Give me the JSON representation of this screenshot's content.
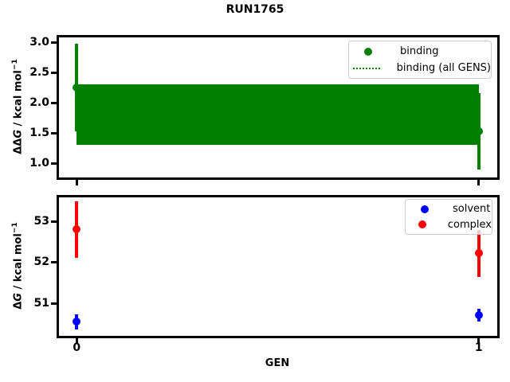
{
  "title": "RUN1765",
  "xlabel": "GEN",
  "colors": {
    "binding": "#008000",
    "solvent": "#0000ff",
    "complex": "#ff0000",
    "axes": "#000000",
    "legend_border": "#cccccc"
  },
  "chart_data": [
    {
      "type": "scatter",
      "name": "binding-free-energy-per-gen",
      "title": "RUN1765",
      "ylabel": {
        "pre": "ΔΔ",
        "var": "G",
        "post": " / kcal mol",
        "sup": "−1"
      },
      "ylim": [
        0.76,
        3.105
      ],
      "xlim": [
        -0.048,
        1.048
      ],
      "grid": false,
      "yticks": [
        {
          "v": 1.0,
          "label": "1.0"
        },
        {
          "v": 1.5,
          "label": "1.5"
        },
        {
          "v": 2.0,
          "label": "2.0"
        },
        {
          "v": 2.5,
          "label": "2.5"
        },
        {
          "v": 3.0,
          "label": "3.0"
        }
      ],
      "xticks": [
        {
          "v": 0,
          "label": "0"
        },
        {
          "v": 1,
          "label": "1"
        }
      ],
      "show_xtick_labels": false,
      "series": [
        {
          "name": "binding",
          "color": "#008000",
          "marker": "dot",
          "x": [
            0,
            1
          ],
          "y": [
            2.25,
            1.53
          ],
          "yerr": [
            0.72,
            0.63
          ]
        }
      ],
      "band": {
        "name": "binding (all GENS)",
        "color": "#008000",
        "line_style": "dotted",
        "x": [
          0,
          1
        ],
        "center": 1.81,
        "lower": 1.31,
        "upper": 2.31
      },
      "legend": {
        "position": "upper right",
        "entries": [
          {
            "label": "binding",
            "marker": "dot",
            "color": "#008000"
          },
          {
            "label": "binding (all GENS)",
            "marker": "dotted-line",
            "color": "#008000"
          }
        ]
      }
    },
    {
      "type": "scatter",
      "name": "component-free-energies-per-gen",
      "xlabel": "GEN",
      "ylabel": {
        "pre": "Δ",
        "var": "G",
        "post": " / kcal mol",
        "sup": "−1"
      },
      "ylim": [
        50.2,
        53.62
      ],
      "xlim": [
        -0.048,
        1.048
      ],
      "grid": false,
      "yticks": [
        {
          "v": 51,
          "label": "51"
        },
        {
          "v": 52,
          "label": "52"
        },
        {
          "v": 53,
          "label": "53"
        }
      ],
      "xticks": [
        {
          "v": 0,
          "label": "0"
        },
        {
          "v": 1,
          "label": "1"
        }
      ],
      "show_xtick_labels": true,
      "series": [
        {
          "name": "solvent",
          "color": "#0000ff",
          "marker": "dot",
          "x": [
            0,
            1
          ],
          "y": [
            50.56,
            50.72
          ],
          "yerr": [
            0.18,
            0.15
          ]
        },
        {
          "name": "complex",
          "color": "#ff0000",
          "marker": "dot",
          "x": [
            0,
            1
          ],
          "y": [
            52.8,
            52.22
          ],
          "yerr": [
            0.68,
            0.57
          ]
        }
      ],
      "legend": {
        "position": "upper right",
        "entries": [
          {
            "label": "solvent",
            "marker": "dot",
            "color": "#0000ff"
          },
          {
            "label": "complex",
            "marker": "dot",
            "color": "#ff0000"
          }
        ]
      }
    }
  ]
}
